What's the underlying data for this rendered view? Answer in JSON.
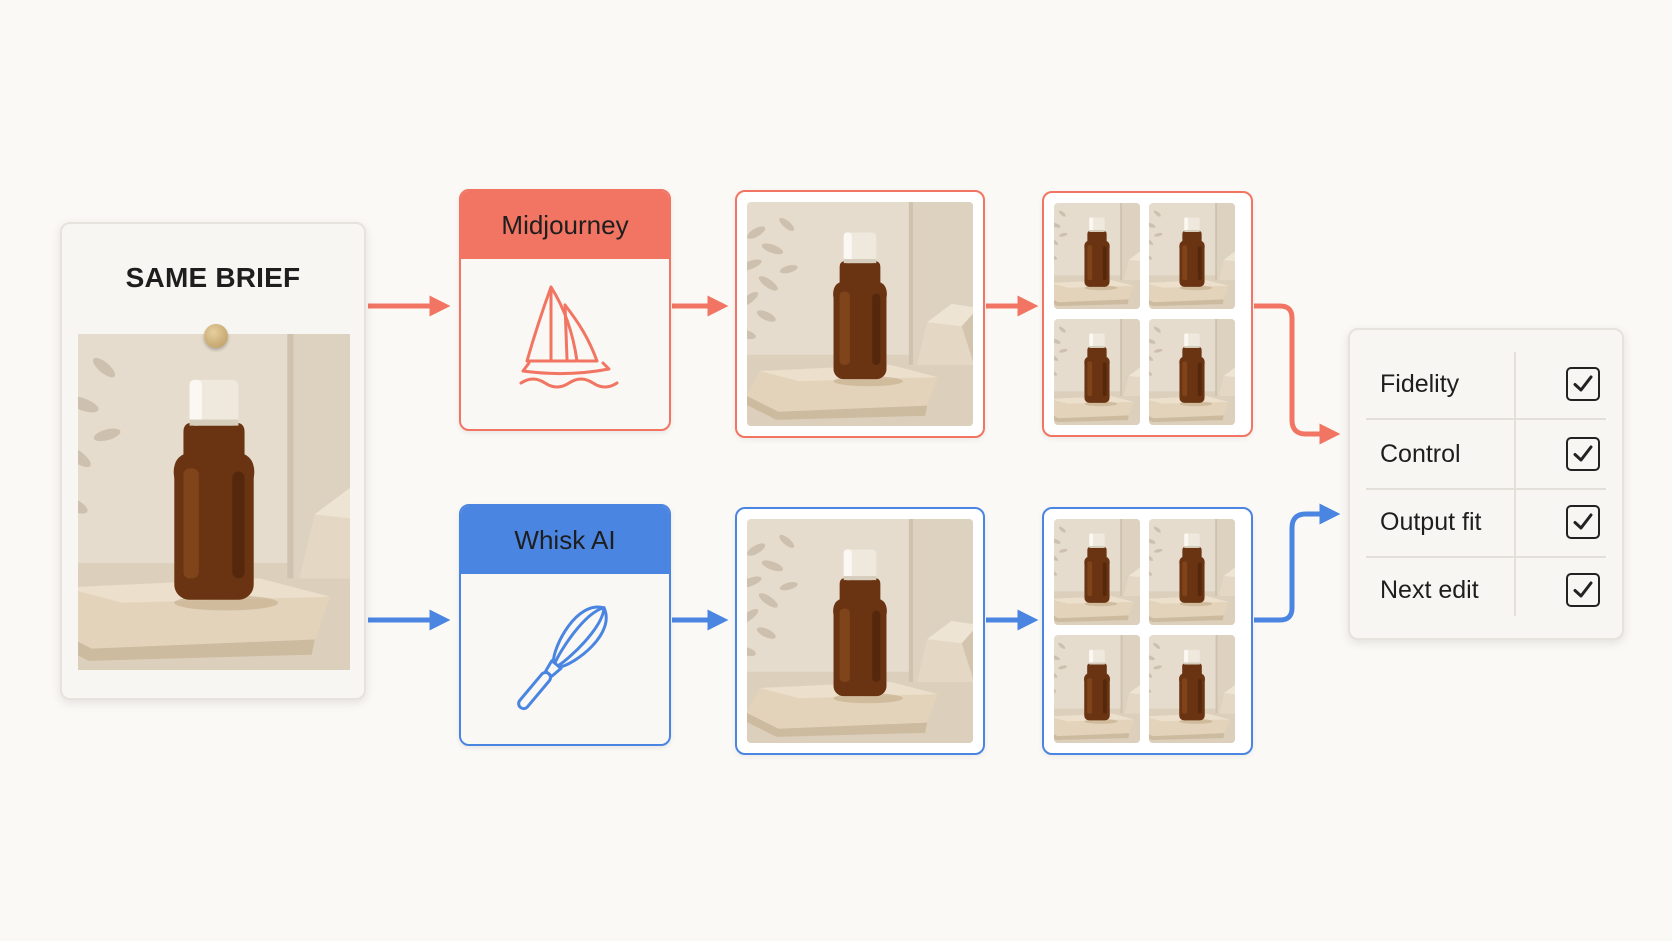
{
  "brief": {
    "title": "SAME BRIEF"
  },
  "tools": [
    {
      "name": "Midjourney",
      "icon": "sailboat-icon",
      "color": "#f17562"
    },
    {
      "name": "Whisk AI",
      "icon": "whisk-icon",
      "color": "#4a85e2"
    }
  ],
  "checklist": {
    "items": [
      "Fidelity",
      "Control",
      "Output fit",
      "Next edit"
    ],
    "checked": [
      true,
      true,
      true,
      true
    ]
  },
  "colors": {
    "midjourney": "#f17562",
    "whisk": "#4a85e2",
    "background": "#fbf9f5"
  }
}
